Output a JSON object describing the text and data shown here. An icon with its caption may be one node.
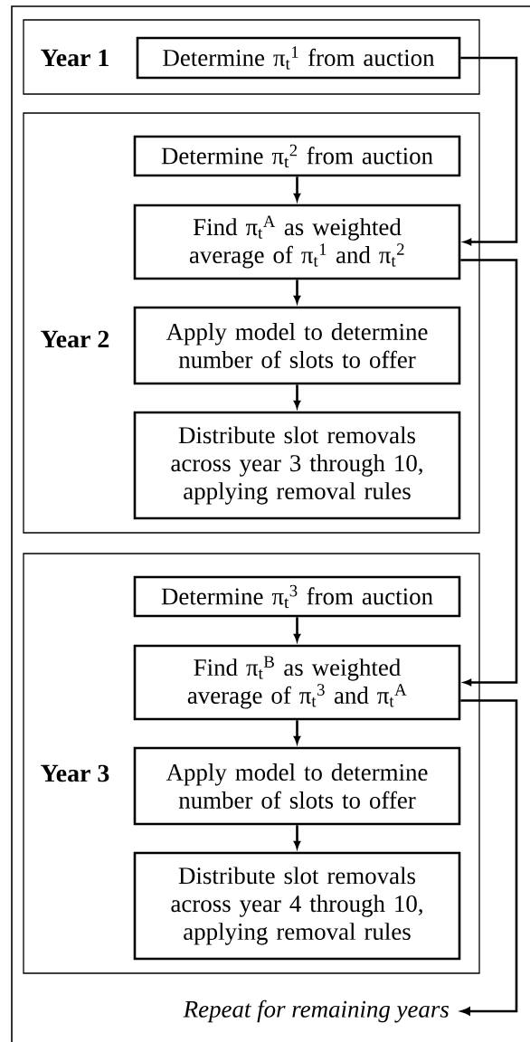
{
  "diagram": {
    "nodes": [
      {
        "text": [
          "Year 1"
        ]
      },
      {
        "text": [
          "Determine π$_{t}$$^{1}$ from auction"
        ],
        "in": 0
      },
      {
        "text": [
          "Year 2"
        ]
      },
      {
        "text": [
          "Determine π$_{t}$$^{2}$ from auction"
        ],
        "in": 2
      },
      {
        "text": [
          "Find π$_{t}$$^{A}$ as weighted average of π$_{t}$$^{1}$ and π$_{t}$$^{2}$"
        ],
        "in": 2
      },
      {
        "text": [
          "Apply model to determine number of slots to offer"
        ],
        "in": 2
      },
      {
        "text": [
          "Distribute slot removals across year 3 through 10, applying removal rules"
        ],
        "in": 2
      },
      {
        "text": [
          "Year 3"
        ]
      },
      {
        "text": [
          "Determine π$_{t}$$^{3}$ from auction"
        ],
        "in": 7
      },
      {
        "text": [
          "Find π$_{t}$$^{B}$ as weighted average of π$_{t}$$^{3}$ and π$_{t}$$^{A}$"
        ],
        "in": 7
      },
      {
        "text": [
          "Apply model to determine number of slots to offer"
        ],
        "in": 7
      },
      {
        "text": [
          "Distribute slot removals across year 4 through 10, applying removal rules"
        ],
        "in": 7
      },
      {
        "text": [
          "Repeat for remaining years"
        ]
      }
    ],
    "edges": [
      {
        "from": 1,
        "to": 4,
        "arrow": "to"
      },
      {
        "from": 3,
        "to": 4,
        "arrow": "to"
      },
      {
        "from": 4,
        "to": 5,
        "arrow": "to"
      },
      {
        "from": 5,
        "to": 6,
        "arrow": "to"
      },
      {
        "from": 4,
        "to": 9,
        "arrow": "to"
      },
      {
        "from": 8,
        "to": 9,
        "arrow": "to"
      },
      {
        "from": 9,
        "to": 10,
        "arrow": "to"
      },
      {
        "from": 10,
        "to": 11,
        "arrow": "to"
      },
      {
        "from": 9,
        "to": 12,
        "arrow": "to"
      }
    ]
  }
}
